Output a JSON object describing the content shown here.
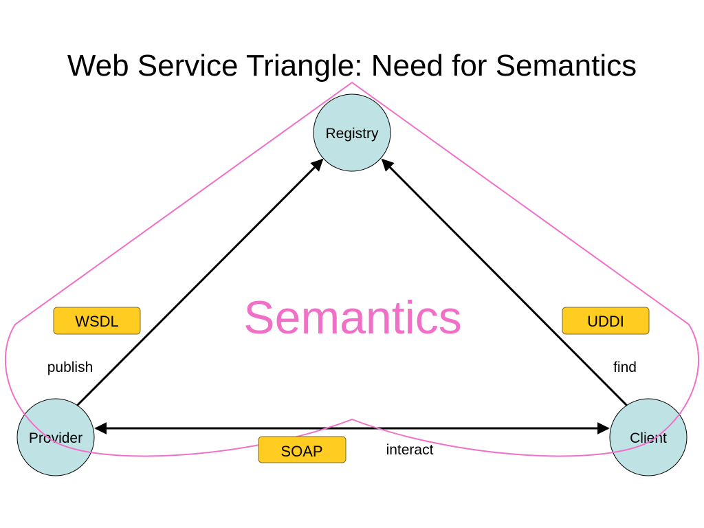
{
  "slide": {
    "title": "Web Service Triangle: Need for Semantics"
  },
  "nodes": {
    "registry": "Registry",
    "provider": "Provider",
    "client": "Client"
  },
  "tags": {
    "wsdl": "WSDL",
    "uddi": "UDDI",
    "soap": "SOAP"
  },
  "edges": {
    "publish": "publish",
    "find": "find",
    "interact": "interact"
  },
  "center": {
    "label": "Semantics"
  },
  "colors": {
    "node_fill": "#bfe3e4",
    "tag_fill": "#ffcc22",
    "outline_pink": "#f070c8",
    "semantics_text": "#f070c8",
    "arrow": "#000000"
  }
}
